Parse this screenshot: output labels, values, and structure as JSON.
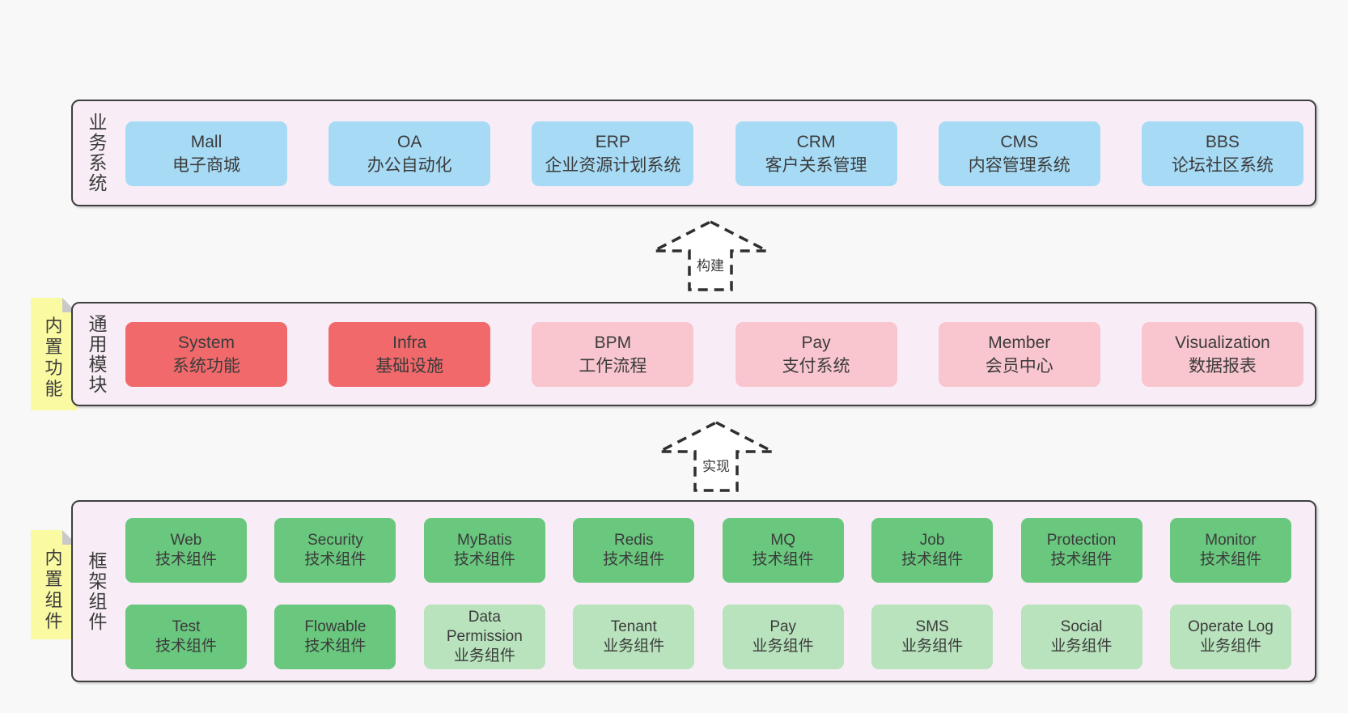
{
  "colors": {
    "page_bg": "#f8f8f8",
    "container_bg": "#f8edf6",
    "container_border": "#3f3f3f",
    "text": "#3b3b3b",
    "blue_box": "#a7dbf5",
    "red_box": "#f1696b",
    "pink_box": "#f9c6cf",
    "green_dark_box": "#69c77e",
    "green_light_box": "#b8e3bd",
    "sticky_note": "#fafaa2"
  },
  "business": {
    "label": "业务系统",
    "boxes": [
      {
        "title": "Mall",
        "subtitle": "电子商城"
      },
      {
        "title": "OA",
        "subtitle": "办公自动化"
      },
      {
        "title": "ERP",
        "subtitle": "企业资源计划系统"
      },
      {
        "title": "CRM",
        "subtitle": "客户关系管理"
      },
      {
        "title": "CMS",
        "subtitle": "内容管理系统"
      },
      {
        "title": "BBS",
        "subtitle": "论坛社区系统"
      }
    ]
  },
  "arrows": {
    "build": "构建",
    "implement": "实现"
  },
  "modules": {
    "label": "通用模块",
    "sticky": "内置功能",
    "boxes": [
      {
        "title": "System",
        "subtitle": "系统功能"
      },
      {
        "title": "Infra",
        "subtitle": "基础设施"
      },
      {
        "title": "BPM",
        "subtitle": "工作流程"
      },
      {
        "title": "Pay",
        "subtitle": "支付系统"
      },
      {
        "title": "Member",
        "subtitle": "会员中心"
      },
      {
        "title": "Visualization",
        "subtitle": "数据报表"
      }
    ]
  },
  "components": {
    "label": "框架组件",
    "sticky": "内置组件",
    "row1": [
      {
        "title": "Web",
        "subtitle": "技术组件"
      },
      {
        "title": "Security",
        "subtitle": "技术组件"
      },
      {
        "title": "MyBatis",
        "subtitle": "技术组件"
      },
      {
        "title": "Redis",
        "subtitle": "技术组件"
      },
      {
        "title": "MQ",
        "subtitle": "技术组件"
      },
      {
        "title": "Job",
        "subtitle": "技术组件"
      },
      {
        "title": "Protection",
        "subtitle": "技术组件"
      },
      {
        "title": "Monitor",
        "subtitle": "技术组件"
      }
    ],
    "row2": [
      {
        "title": "Test",
        "subtitle": "技术组件"
      },
      {
        "title": "Flowable",
        "subtitle": "技术组件"
      },
      {
        "title": "Data Permission",
        "subtitle": "业务组件"
      },
      {
        "title": "Tenant",
        "subtitle": "业务组件"
      },
      {
        "title": "Pay",
        "subtitle": "业务组件"
      },
      {
        "title": "SMS",
        "subtitle": "业务组件"
      },
      {
        "title": "Social",
        "subtitle": "业务组件"
      },
      {
        "title": "Operate Log",
        "subtitle": "业务组件"
      }
    ]
  }
}
